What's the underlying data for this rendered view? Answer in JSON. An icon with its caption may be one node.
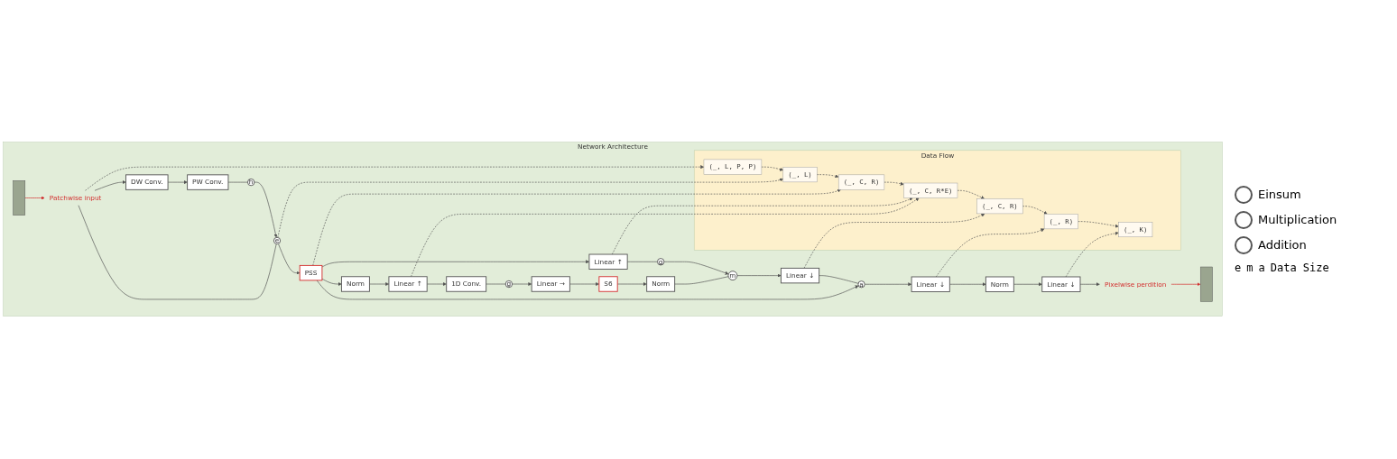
{
  "diagram": {
    "nodes": [
      {
        "text": [
          "Network Architecture"
        ]
      },
      {
        "text": [],
        "shape": "box",
        "in": 0
      },
      {
        "text": [
          "Patchwise input"
        ],
        "in": 0
      },
      {
        "text": [
          "DW Conv."
        ],
        "in": 0
      },
      {
        "text": [
          "PW Conv."
        ],
        "in": 0
      },
      {
        "text": [
          "h"
        ],
        "in": 0
      },
      {
        "text": [
          "e"
        ],
        "in": 0
      },
      {
        "text": [
          "PSS"
        ],
        "in": 0
      },
      {
        "text": [
          "Norm"
        ],
        "in": 0
      },
      {
        "text": [
          "Linear ↑"
        ],
        "in": 0
      },
      {
        "text": [
          "Linear ↑"
        ],
        "in": 0
      },
      {
        "text": [
          "1D Conv."
        ],
        "in": 0
      },
      {
        "text": [
          "g"
        ],
        "in": 0
      },
      {
        "text": [
          "Linear →"
        ],
        "in": 0
      },
      {
        "text": [
          "S6"
        ],
        "in": 0
      },
      {
        "text": [
          "Norm"
        ],
        "in": 0
      },
      {
        "text": [
          "g"
        ],
        "in": 0
      },
      {
        "text": [
          "m"
        ],
        "in": 0
      },
      {
        "text": [
          "Linear ↓"
        ],
        "in": 0
      },
      {
        "text": [
          "a"
        ],
        "in": 0
      },
      {
        "text": [
          "Linear ↓"
        ],
        "in": 0
      },
      {
        "text": [
          "Norm"
        ],
        "in": 0
      },
      {
        "text": [
          "Linear ↓"
        ],
        "in": 0
      },
      {
        "text": [
          "Pixelwise perdition"
        ],
        "in": 0
      },
      {
        "text": [],
        "shape": "box",
        "in": 0
      },
      {
        "text": [
          "Data Flow"
        ],
        "in": 0
      },
      {
        "text": [
          "(_, L, P, P)"
        ],
        "in": 25
      },
      {
        "text": [
          "(_, L)"
        ],
        "in": 25
      },
      {
        "text": [
          "(_, C, R)"
        ],
        "in": 25
      },
      {
        "text": [
          "(_, C, R*E)"
        ],
        "in": 25
      },
      {
        "text": [
          "(_, C, R)"
        ],
        "in": 25
      },
      {
        "text": [
          "(_, R)"
        ],
        "in": 25
      },
      {
        "text": [
          "(_, K)"
        ],
        "in": 25
      }
    ],
    "edges": [
      {
        "from": 1,
        "to": 2,
        "arrow": "to",
        "color": "#d32f2f"
      },
      {
        "from": 2,
        "to": 6,
        "arrow": "none"
      },
      {
        "from": 2,
        "to": 3,
        "arrow": "to"
      },
      {
        "from": 3,
        "to": 4,
        "arrow": "to"
      },
      {
        "from": 4,
        "to": 5,
        "arrow": "none"
      },
      {
        "from": 5,
        "to": 6,
        "arrow": "to"
      },
      {
        "from": 6,
        "to": 7,
        "arrow": "to"
      },
      {
        "from": 7,
        "to": 8,
        "arrow": "to"
      },
      {
        "from": 7,
        "to": 10,
        "arrow": "to"
      },
      {
        "from": 7,
        "to": 19,
        "arrow": "to"
      },
      {
        "from": 8,
        "to": 9,
        "arrow": "to"
      },
      {
        "from": 9,
        "to": 11,
        "arrow": "to"
      },
      {
        "from": 11,
        "to": 12,
        "arrow": "none"
      },
      {
        "from": 12,
        "to": 13,
        "arrow": "to"
      },
      {
        "from": 13,
        "to": 14,
        "arrow": "to"
      },
      {
        "from": 14,
        "to": 15,
        "arrow": "to"
      },
      {
        "from": 15,
        "to": 17,
        "arrow": "none"
      },
      {
        "from": 10,
        "to": 16,
        "arrow": "none"
      },
      {
        "from": 16,
        "to": 17,
        "arrow": "to"
      },
      {
        "from": 17,
        "to": 18,
        "arrow": "to"
      },
      {
        "from": 18,
        "to": 19,
        "arrow": "none"
      },
      {
        "from": 19,
        "to": 20,
        "arrow": "to"
      },
      {
        "from": 20,
        "to": 21,
        "arrow": "to"
      },
      {
        "from": 21,
        "to": 22,
        "arrow": "to"
      },
      {
        "from": 22,
        "to": 23,
        "arrow": "to"
      },
      {
        "from": 23,
        "to": 24,
        "arrow": "to",
        "color": "#d32f2f"
      },
      {
        "from": 2,
        "to": 26,
        "arrow": "to",
        "style": "dashed"
      },
      {
        "from": 6,
        "to": 27,
        "arrow": "to",
        "style": "dashed"
      },
      {
        "from": 7,
        "to": 28,
        "arrow": "to",
        "style": "dashed"
      },
      {
        "from": 9,
        "to": 29,
        "arrow": "to",
        "style": "dashed"
      },
      {
        "from": 10,
        "to": 29,
        "arrow": "to",
        "style": "dashed"
      },
      {
        "from": 18,
        "to": 30,
        "arrow": "to",
        "style": "dashed"
      },
      {
        "from": 20,
        "to": 31,
        "arrow": "to",
        "style": "dashed"
      },
      {
        "from": 22,
        "to": 32,
        "arrow": "to",
        "style": "dashed"
      },
      {
        "from": 26,
        "to": 27,
        "arrow": "to",
        "style": "dashed"
      },
      {
        "from": 27,
        "to": 28,
        "arrow": "to",
        "style": "dashed"
      },
      {
        "from": 28,
        "to": 29,
        "arrow": "to",
        "style": "dashed"
      },
      {
        "from": 29,
        "to": 30,
        "arrow": "to",
        "style": "dashed"
      },
      {
        "from": 30,
        "to": 31,
        "arrow": "to",
        "style": "dashed"
      },
      {
        "from": 31,
        "to": 32,
        "arrow": "to",
        "style": "dashed"
      }
    ],
    "labels": [
      "e",
      "m",
      "a",
      "Data Size"
    ],
    "legend": [
      {
        "text": "Einsum"
      },
      {
        "text": "Multiplication"
      },
      {
        "text": "Addition"
      }
    ]
  }
}
